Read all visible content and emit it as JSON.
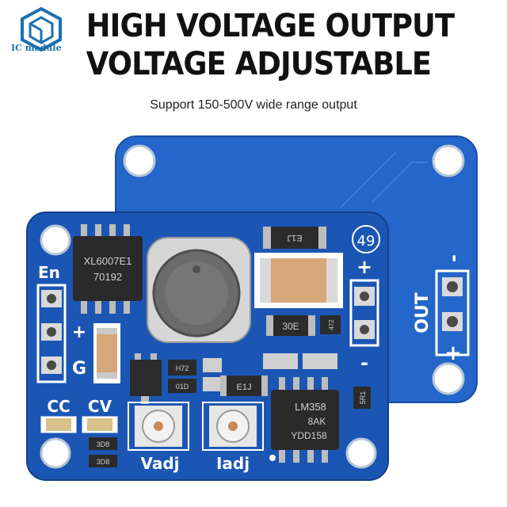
{
  "brand": {
    "logo_text": "IC module",
    "logo_icon": "hexagon-cube-icon"
  },
  "header": {
    "headline_line1": "HIGH VOLTAGE OUTPUT",
    "headline_line2": "VOLTAGE ADJUSTABLE",
    "subtitle": "Support 150-500V wide range output"
  },
  "back_board": {
    "out_label": "OUT",
    "minus": "-",
    "plus": "+"
  },
  "front_board": {
    "board_number": "49",
    "en_label": "En",
    "plus_label": "+",
    "g_label": "G",
    "minus_label": "-",
    "right_plus": "+",
    "cc_label": "CC",
    "cv_label": "CV",
    "vadj_label": "Vadj",
    "iadj_label": "Iadj",
    "chip1_line1": "XL6007E1",
    "chip1_line2": "70192",
    "diode_label": "E1J",
    "smd_30e": "30E",
    "smd_472": "472",
    "smd_h72": "H72",
    "smd_01d": "01D",
    "smd_e1j": "E1J",
    "chip2_line1": "LM358",
    "chip2_line2": "8AK",
    "chip2_line3": "YDD158",
    "smd_5r1": "5R1",
    "smd_3d8a": "3D8",
    "smd_3d8b": "3D8"
  },
  "colors": {
    "pcb": "#1c56b4",
    "pcb_dark": "#163f8c",
    "back_pcb": "#2466c9",
    "silk": "#ffffff"
  }
}
